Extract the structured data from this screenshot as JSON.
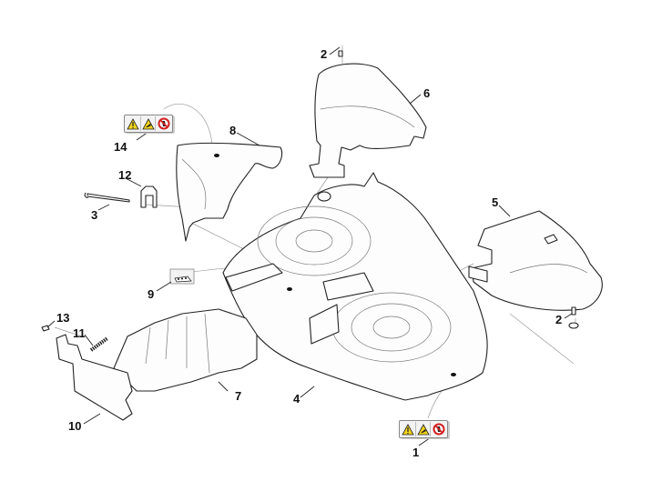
{
  "diagram": {
    "title": "Mower deck exploded parts diagram",
    "callouts": [
      {
        "id": "1",
        "text": "1"
      },
      {
        "id": "2a",
        "text": "2"
      },
      {
        "id": "2b",
        "text": "2"
      },
      {
        "id": "3",
        "text": "3"
      },
      {
        "id": "4",
        "text": "4"
      },
      {
        "id": "5",
        "text": "5"
      },
      {
        "id": "6",
        "text": "6"
      },
      {
        "id": "7",
        "text": "7"
      },
      {
        "id": "8",
        "text": "8"
      },
      {
        "id": "9",
        "text": "9"
      },
      {
        "id": "10",
        "text": "10"
      },
      {
        "id": "11",
        "text": "11"
      },
      {
        "id": "12",
        "text": "12"
      },
      {
        "id": "13",
        "text": "13"
      },
      {
        "id": "14",
        "text": "14"
      }
    ],
    "warning_labels": [
      {
        "part": "14",
        "icons": [
          "warning-triangle-icon",
          "hand-blade-hazard-icon",
          "no-hands-prohibition-icon"
        ]
      },
      {
        "part": "1",
        "icons": [
          "warning-triangle-icon",
          "hand-blade-hazard-icon",
          "no-hands-prohibition-icon"
        ]
      }
    ],
    "colors": {
      "warning_yellow": "#f2d31b",
      "prohibition_red": "#d42020",
      "line": "#222222"
    }
  }
}
